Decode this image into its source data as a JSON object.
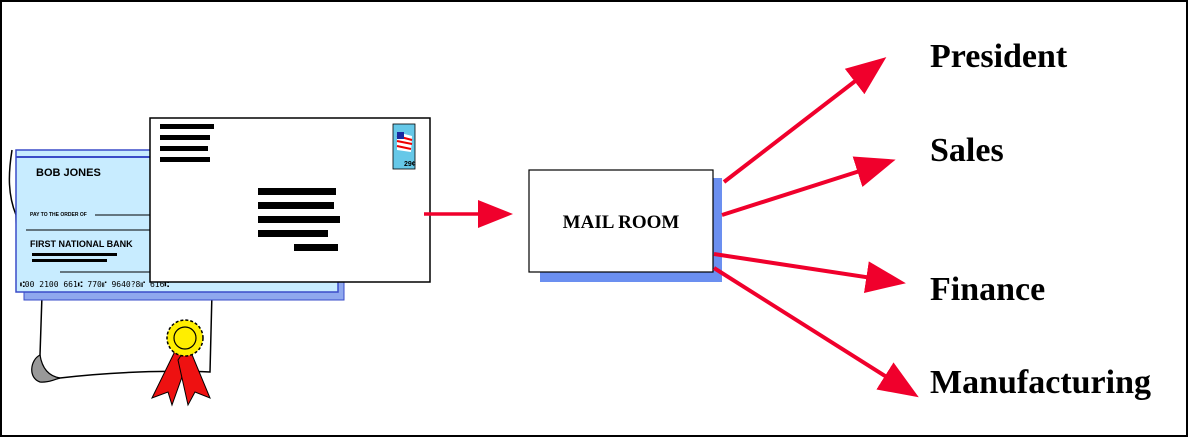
{
  "check": {
    "name": "BOB JONES",
    "pay_to_label": "PAY TO THE ORDER OF",
    "bank_name": "FIRST NATIONAL BANK",
    "micr_line": "⑆00 2100 661⑆ 770⑈ 9640?8⑈ 616⑆"
  },
  "stamp": {
    "value": "29¢"
  },
  "mailroom": {
    "label": "MAIL ROOM"
  },
  "destinations": [
    {
      "label": "President"
    },
    {
      "label": "Sales"
    },
    {
      "label": "Finance"
    },
    {
      "label": "Manufacturing"
    }
  ],
  "colors": {
    "arrow": "#f0002c",
    "check_fill": "#c8ecff",
    "check_border": "#3a4cc8",
    "mailroom_shadow": "#6b8ff0",
    "ribbon": "#ee1111",
    "seal": "#ffee00"
  }
}
